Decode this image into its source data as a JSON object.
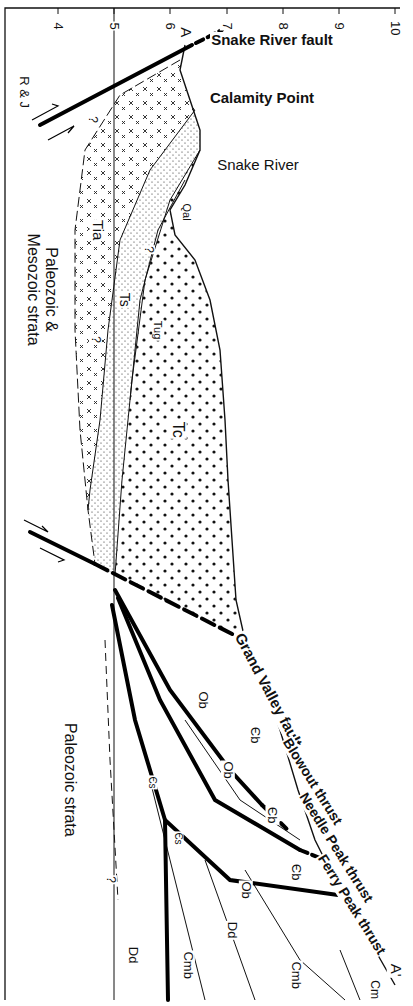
{
  "diagram": {
    "labels": [
      "A",
      "Snake River fault",
      "Calamity Point",
      "Snake River",
      "Qal",
      "Tia",
      "Ts",
      "Tug",
      "?",
      "?",
      "?",
      "Tc",
      "Paleozoic & Mesozoic strata",
      "R & J",
      "Grand Valley fault",
      "Єb",
      "Ob",
      "Blowout thrust",
      "Єb",
      "Needle Peak thrust",
      "Ob",
      "Єb",
      "Ferry Peak thrust",
      "Єs",
      "Єs",
      "Ob",
      "Dd",
      "Dd",
      "Cmb",
      "Cmb",
      "Cm",
      "Paleozoic strata",
      "?",
      "A'",
      "4",
      "5",
      "6",
      "7",
      "8",
      "9",
      "10"
    ]
  }
}
